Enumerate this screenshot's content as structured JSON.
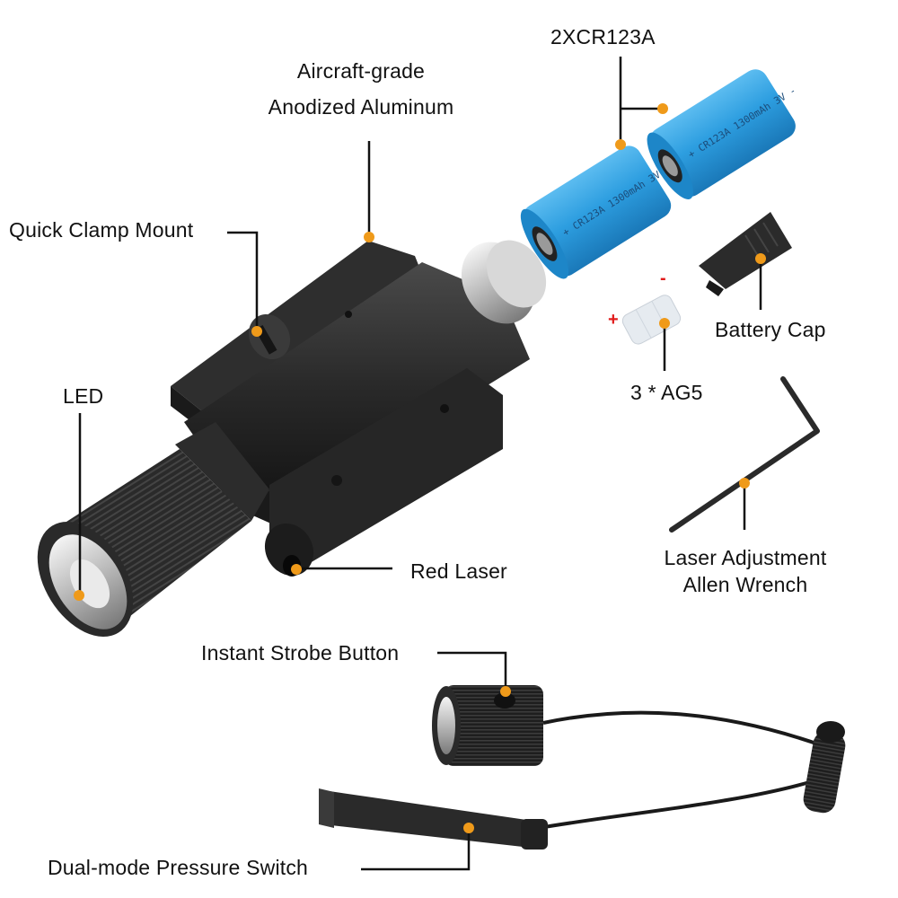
{
  "diagram": {
    "type": "exploded product component callout diagram",
    "accent_colors": {
      "callout_dot": "#ef9a1a",
      "leader_line": "#111111",
      "battery_blue": "#2d9ee0",
      "body_black": "#222222",
      "polarity_red": "#e01b1b"
    }
  },
  "callouts": {
    "batteries": "2XCR123A",
    "material_line1": "Aircraft-grade",
    "material_line2": "Anodized Aluminum",
    "clamp": "Quick Clamp Mount",
    "led": "LED",
    "battery_cap": "Battery Cap",
    "ag5": "3 * AG5",
    "laser": "Red Laser",
    "wrench_line1": "Laser Adjustment",
    "wrench_line2": "Allen Wrench",
    "strobe": "Instant Strobe Button",
    "pressure_switch": "Dual-mode Pressure Switch"
  },
  "battery_print": {
    "cell1": "+ CR123A 1300mAh 3V -",
    "cell2": "+ CR123A 1300mAh 3V -"
  },
  "polarity": {
    "plus": "+",
    "minus": "-"
  }
}
